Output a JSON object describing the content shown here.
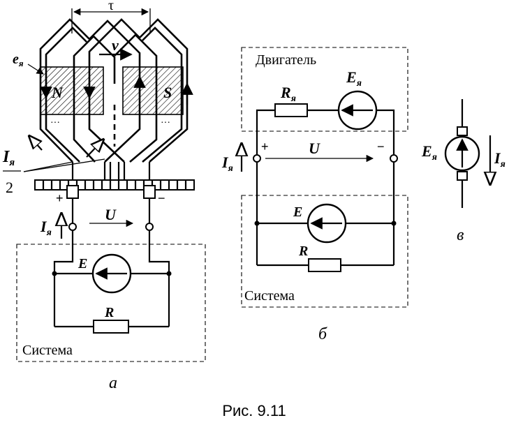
{
  "figure": {
    "caption": "Рис. 9.11"
  },
  "panel_a": {
    "label": "а",
    "tau": "τ",
    "velocity": "v",
    "emf_conductor": {
      "main": "e",
      "sub": "я"
    },
    "pole_north": "N",
    "pole_south": "S",
    "half_current": {
      "main": "I",
      "sub": "я",
      "denominator": "2"
    },
    "plus": "+",
    "minus": "−",
    "current": {
      "main": "I",
      "sub": "я"
    },
    "voltage": "U",
    "source": "E",
    "resistor": "R",
    "box_label": "Система"
  },
  "panel_b": {
    "label": "б",
    "motor_label": "Двигатель",
    "armature_resistance": {
      "main": "R",
      "sub": "я"
    },
    "armature_emf": {
      "main": "E",
      "sub": "я"
    },
    "current": {
      "main": "I",
      "sub": "я"
    },
    "plus": "+",
    "minus": "−",
    "voltage": "U",
    "source": "E",
    "resistor": "R",
    "system_label": "Система"
  },
  "panel_c": {
    "label": "в",
    "armature_emf": {
      "main": "E",
      "sub": "я"
    },
    "current": {
      "main": "I",
      "sub": "я"
    }
  }
}
